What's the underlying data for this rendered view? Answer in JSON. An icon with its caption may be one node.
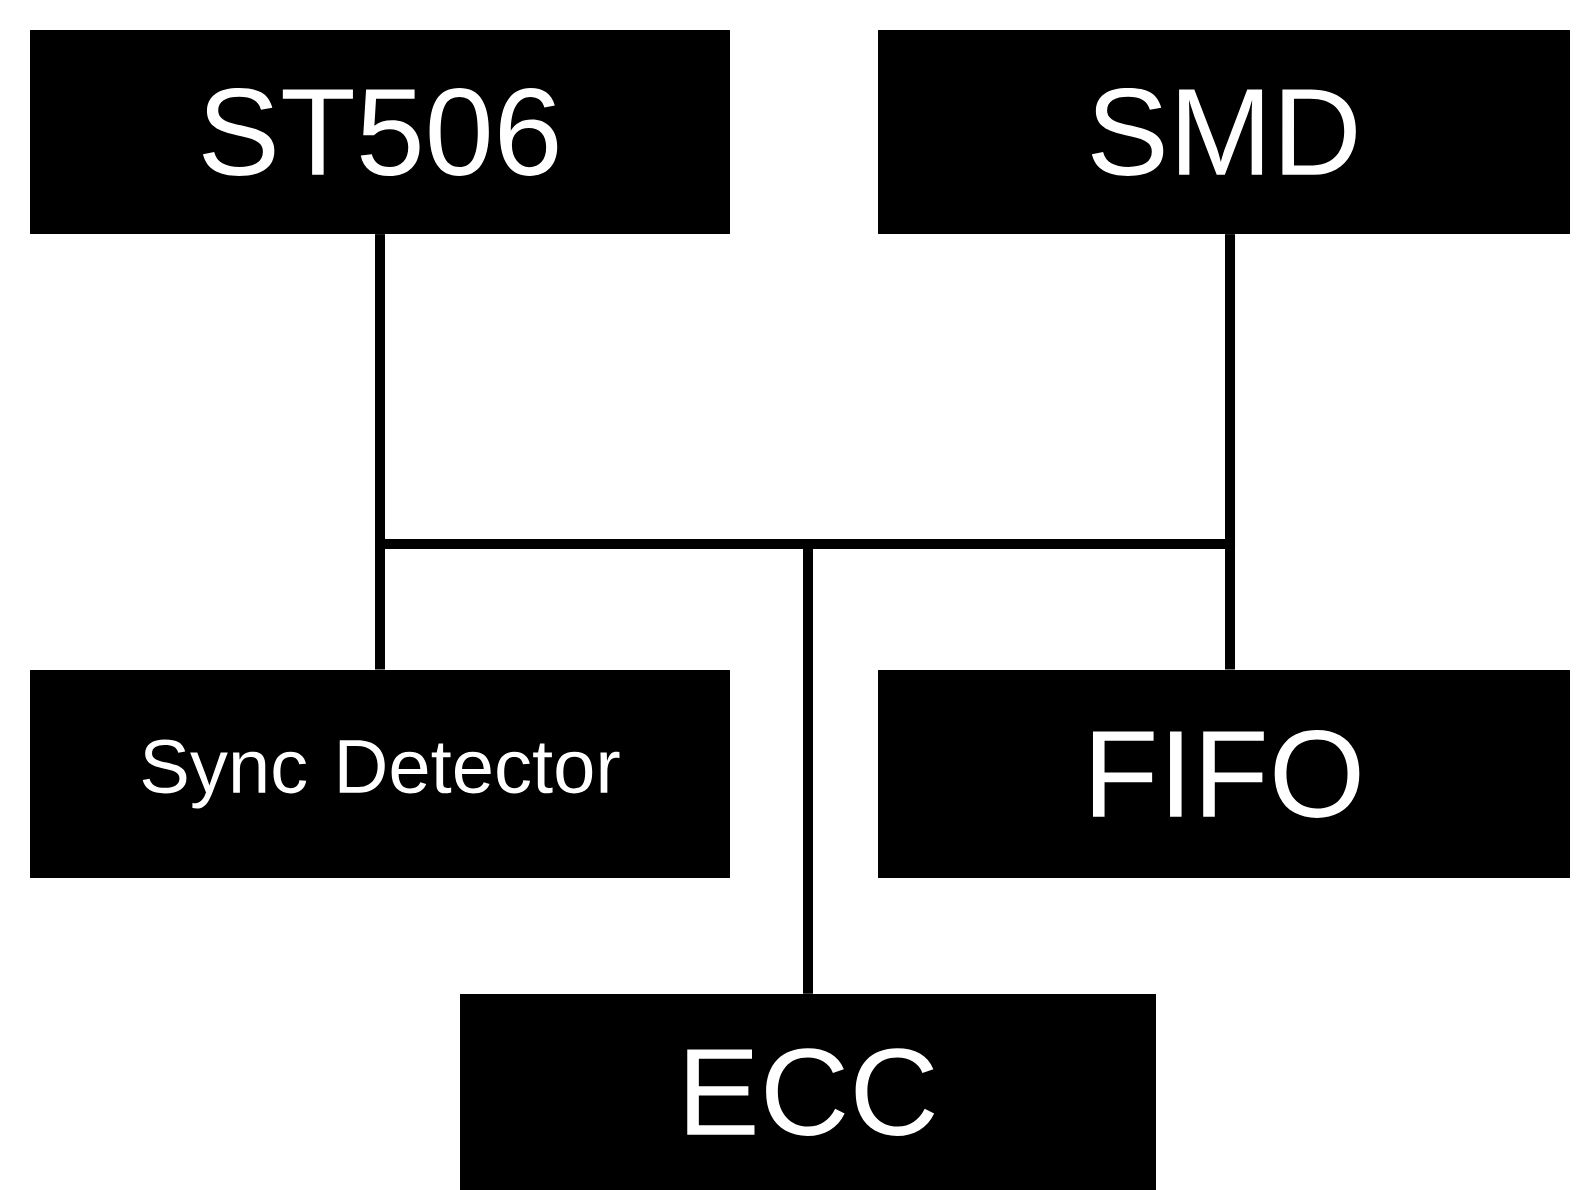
{
  "diagram": {
    "nodes": [
      {
        "text": [
          "ST506"
        ]
      },
      {
        "text": [
          "SMD"
        ]
      },
      {
        "text": [
          "Sync Detector"
        ]
      },
      {
        "text": [
          "FIFO"
        ]
      },
      {
        "text": [
          "ECC"
        ]
      }
    ],
    "edges": [
      {
        "from": 0,
        "to": 2,
        "arrow": "none"
      },
      {
        "from": 1,
        "to": 3,
        "arrow": "none"
      },
      {
        "from": 0,
        "to": 1,
        "arrow": "none"
      },
      {
        "from": 4,
        "to": 0,
        "arrow": "none"
      },
      {
        "from": 4,
        "to": 1,
        "arrow": "none"
      }
    ]
  }
}
